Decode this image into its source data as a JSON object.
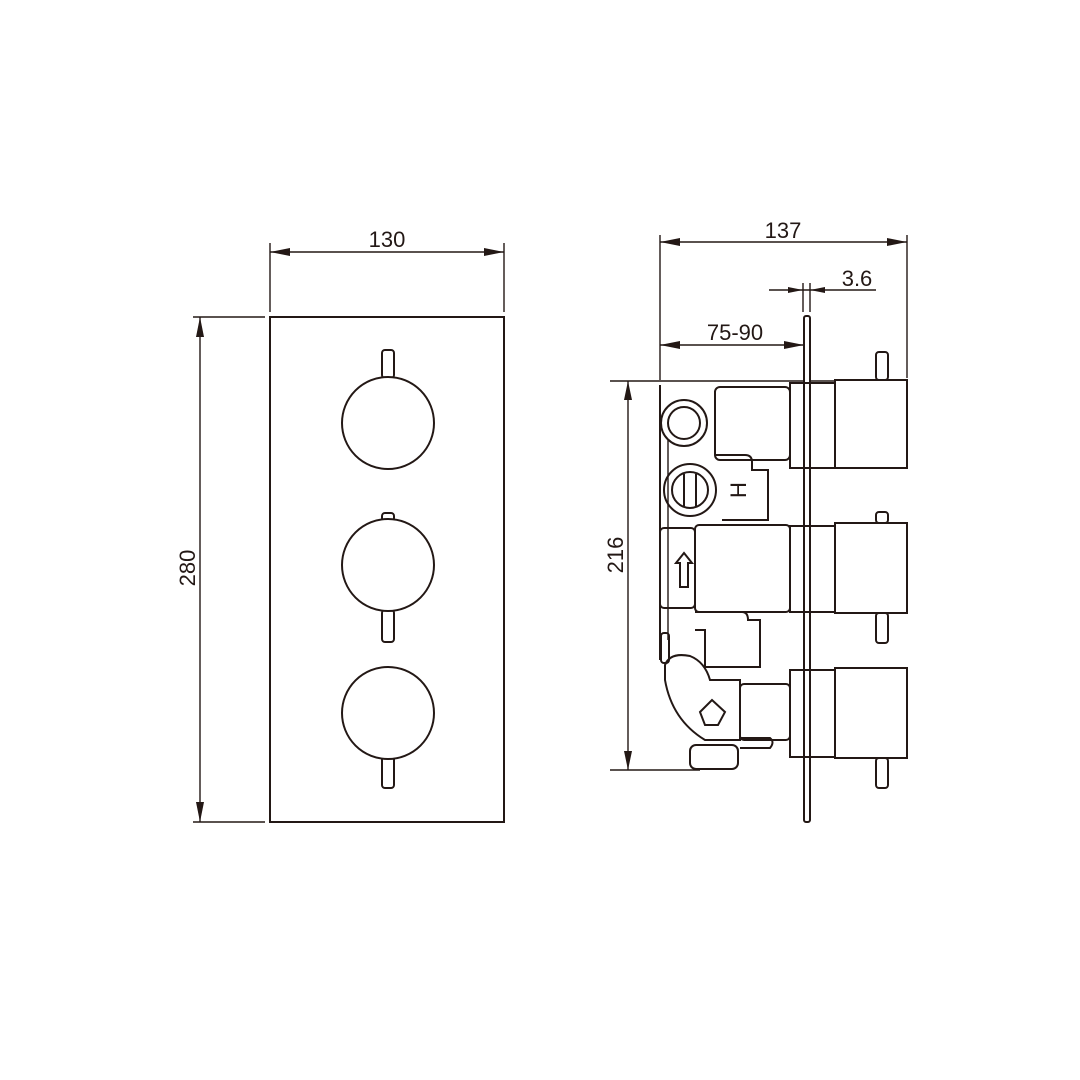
{
  "front_view": {
    "width_label": "130",
    "height_label": "280"
  },
  "side_view": {
    "depth_label": "137",
    "plate_thickness_label": "3.6",
    "wall_depth_label": "75-90",
    "body_height_label": "216",
    "hot_marker": "H"
  },
  "colors": {
    "line": "#231815",
    "background": "#ffffff"
  }
}
